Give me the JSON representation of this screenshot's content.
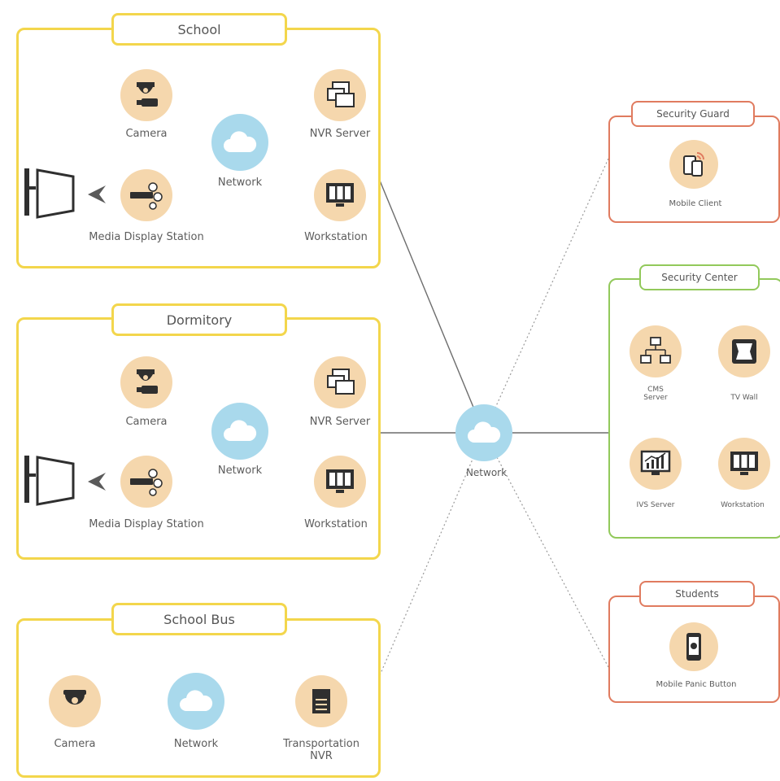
{
  "colors": {
    "yellow_border": "#f3d64c",
    "red_border": "#e07b5f",
    "green_border": "#92c95b",
    "node_tan": "#f5d7ad",
    "network_blue": "#a9d9ec",
    "icon_dark": "#2f2f2f"
  },
  "school": {
    "title": "School",
    "camera": "Camera",
    "network": "Network",
    "nvr": "NVR Server",
    "media": "Media Display Station",
    "workstation": "Workstation"
  },
  "dormitory": {
    "title": "Dormitory",
    "camera": "Camera",
    "network": "Network",
    "nvr": "NVR Server",
    "media": "Media Display Station",
    "workstation": "Workstation"
  },
  "bus": {
    "title": "School Bus",
    "camera": "Camera",
    "network": "Network",
    "nvr_line1": "Transportation",
    "nvr_line2": "NVR"
  },
  "center_network": "Network",
  "guard": {
    "title": "Security Guard",
    "client": "Mobile Client"
  },
  "center": {
    "title": "Security Center",
    "cms_line1": "CMS",
    "cms_line2": "Server",
    "tvwall": "TV Wall",
    "ivs": "IVS Server",
    "workstation": "Workstation"
  },
  "students": {
    "title": "Students",
    "panic": "Mobile Panic Button"
  }
}
